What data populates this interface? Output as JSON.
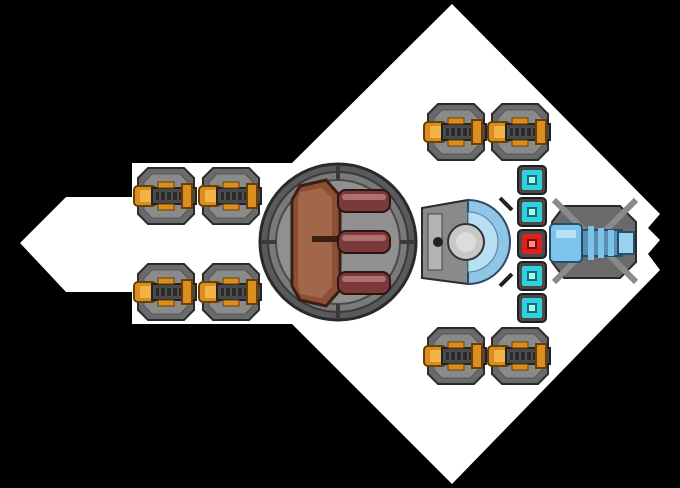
{
  "scene": {
    "background_color": "#000000",
    "hull_color": "#ffffff",
    "armor_color": "#6a6a6a",
    "brass_color": "#d98e1e",
    "turret_hull_color": "#8a4f35",
    "barrel_color": "#7a3a3a",
    "shield_color": "#8fc6e6",
    "cyan_node_color": "#2fd0d8",
    "red_node_color": "#e02020",
    "thruster_color": "#7cc4ea"
  },
  "modules": {
    "small_turrets": [
      "gun-turret",
      "gun-turret",
      "gun-turret",
      "gun-turret",
      "gun-turret",
      "gun-turret",
      "gun-turret",
      "gun-turret"
    ],
    "main_turret": "triple-barrel-turret",
    "core": "shield-core",
    "nodes": [
      "cyan",
      "cyan",
      "red",
      "cyan",
      "cyan"
    ],
    "engine": "ion-thruster"
  }
}
